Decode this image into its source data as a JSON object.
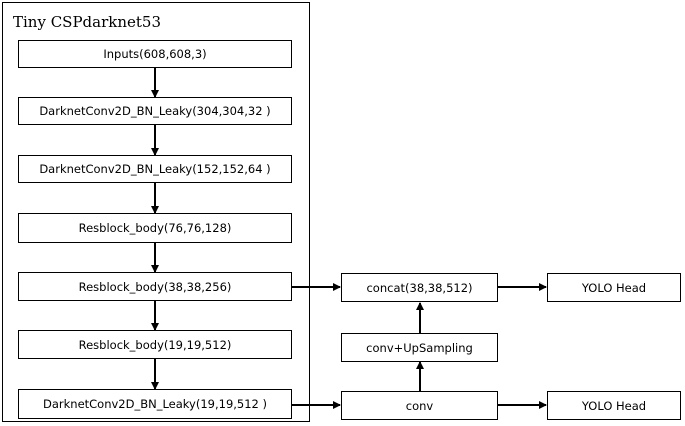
{
  "title": "Tiny CSPdarknet53",
  "nodes": {
    "inputs": "Inputs(608,608,3)",
    "dc1": "DarknetConv2D_BN_Leaky(304,304,32 )",
    "dc2": "DarknetConv2D_BN_Leaky(152,152,64 )",
    "rb1": "Resblock_body(76,76,128)",
    "rb2": "Resblock_body(38,38,256)",
    "rb3": "Resblock_body(19,19,512)",
    "dc3": "DarknetConv2D_BN_Leaky(19,19,512 )",
    "concat": "concat(38,38,512)",
    "upsample": "conv+UpSampling",
    "conv": "conv",
    "head1": "YOLO Head",
    "head2": "YOLO Head"
  }
}
